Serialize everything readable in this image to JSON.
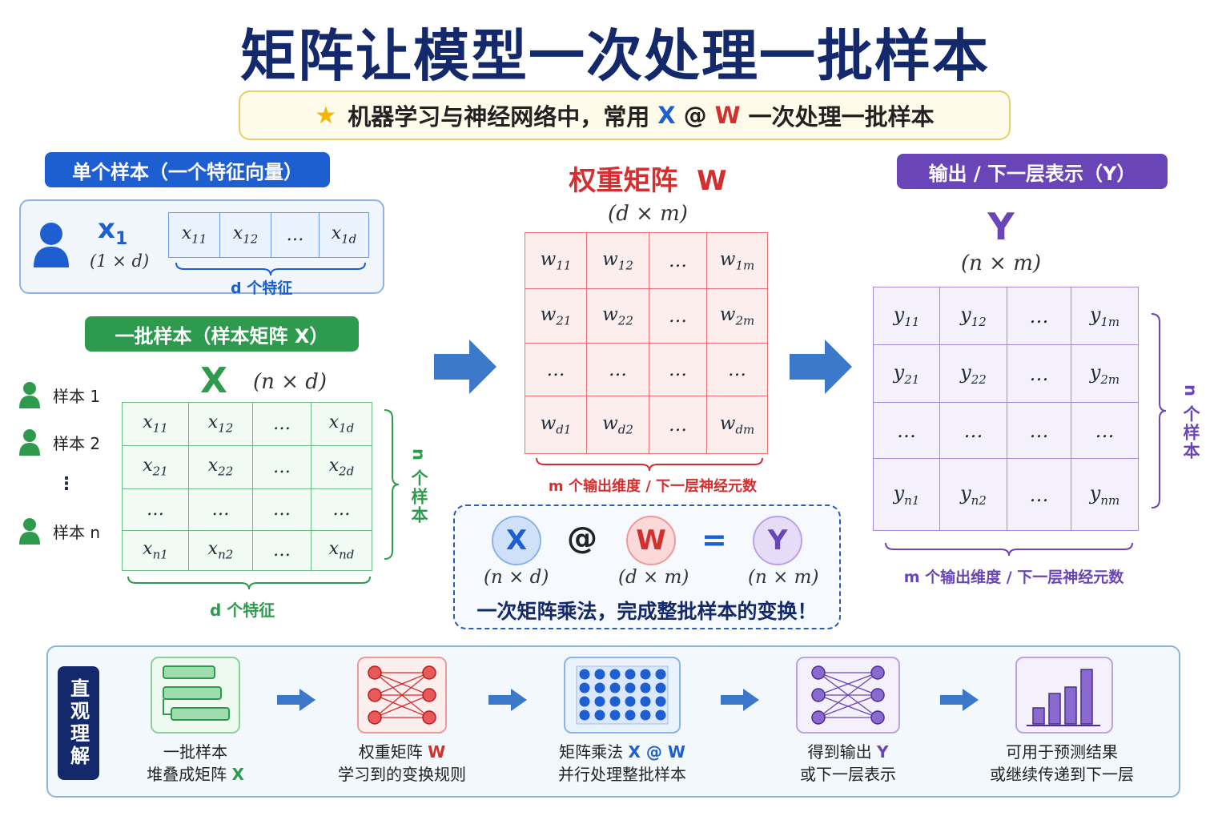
{
  "title": "矩阵让模型一次处理一批样本",
  "subtitle": {
    "pre": "机器学习与神经网络中，常用",
    "x": "X",
    "at": "@",
    "w": "W",
    "post": "一次处理一批样本"
  },
  "single": {
    "pill": "单个样本（一个特征向量）",
    "name": "x",
    "name_sub": "1",
    "dim": "(1 × d)",
    "cells": [
      [
        "x",
        "11"
      ],
      [
        "x",
        "12"
      ],
      [
        "…",
        ""
      ],
      [
        "x",
        "1d"
      ]
    ],
    "brace": "d 个特征"
  },
  "batch": {
    "pill": "一批样本（样本矩阵 X）",
    "name": "X",
    "dim": "(n × d)",
    "samples": [
      "样本 1",
      "样本 2",
      "⋮",
      "样本 n"
    ],
    "rows": [
      [
        [
          "x",
          "11"
        ],
        [
          "x",
          "12"
        ],
        [
          "…",
          ""
        ],
        [
          "x",
          "1d"
        ]
      ],
      [
        [
          "x",
          "21"
        ],
        [
          "x",
          "22"
        ],
        [
          "…",
          ""
        ],
        [
          "x",
          "2d"
        ]
      ],
      [
        [
          "…",
          ""
        ],
        [
          "…",
          ""
        ],
        [
          "…",
          ""
        ],
        [
          "…",
          ""
        ]
      ],
      [
        [
          "x",
          "n1"
        ],
        [
          "x",
          "n2"
        ],
        [
          "…",
          ""
        ],
        [
          "x",
          "nd"
        ]
      ]
    ],
    "side_label": "n 个样本",
    "bottom_label": "d 个特征"
  },
  "weight": {
    "title": "权重矩阵",
    "name": "W",
    "dim": "(d × m)",
    "rows": [
      [
        [
          "w",
          "11"
        ],
        [
          "w",
          "12"
        ],
        [
          "…",
          ""
        ],
        [
          "w",
          "1m"
        ]
      ],
      [
        [
          "w",
          "21"
        ],
        [
          "w",
          "22"
        ],
        [
          "…",
          ""
        ],
        [
          "w",
          "2m"
        ]
      ],
      [
        [
          "…",
          ""
        ],
        [
          "…",
          ""
        ],
        [
          "…",
          ""
        ],
        [
          "…",
          ""
        ]
      ],
      [
        [
          "w",
          "d1"
        ],
        [
          "w",
          "d2"
        ],
        [
          "…",
          ""
        ],
        [
          "w",
          "dm"
        ]
      ]
    ],
    "bottom_label": "m 个输出维度 / 下一层神经元数"
  },
  "output": {
    "pill": "输出 / 下一层表示（Y）",
    "name": "Y",
    "dim": "(n × m)",
    "rows": [
      [
        [
          "y",
          "11"
        ],
        [
          "y",
          "12"
        ],
        [
          "…",
          ""
        ],
        [
          "y",
          "1m"
        ]
      ],
      [
        [
          "y",
          "21"
        ],
        [
          "y",
          "22"
        ],
        [
          "…",
          ""
        ],
        [
          "y",
          "2m"
        ]
      ],
      [
        [
          "…",
          ""
        ],
        [
          "…",
          ""
        ],
        [
          "…",
          ""
        ],
        [
          "…",
          ""
        ]
      ],
      [
        [
          "y",
          "n1"
        ],
        [
          "y",
          "n2"
        ],
        [
          "…",
          ""
        ],
        [
          "y",
          "nm"
        ]
      ]
    ],
    "side_label": "n 个样本",
    "bottom_label": "m 个输出维度 / 下一层神经元数"
  },
  "equation": {
    "x": "X",
    "at": "@",
    "w": "W",
    "eq": "=",
    "y": "Y",
    "dx": "(n × d)",
    "dw": "(d × m)",
    "dy": "(n × m)",
    "caption": "一次矩阵乘法，完成整批样本的变换！"
  },
  "intuition": {
    "tag": "直观理解",
    "steps": [
      {
        "line1": "一批样本",
        "line2": "堆叠成矩阵",
        "hl1": "",
        "hl2": "X",
        "icon": "stacked-bars-icon"
      },
      {
        "line1": "权重矩阵",
        "line2": "学习到的变换规则",
        "hl1": "W",
        "hl2": "",
        "icon": "network-icon"
      },
      {
        "line1": "矩阵乘法",
        "line2": "并行处理整批样本",
        "hl1": "X @ W",
        "hl2": "",
        "icon": "dot-grid-icon"
      },
      {
        "line1": "得到输出",
        "line2": "或下一层表示",
        "hl1": "Y",
        "hl2": "",
        "icon": "network-icon"
      },
      {
        "line1": "可用于预测结果",
        "line2": "或继续传递到下一层",
        "hl1": "",
        "hl2": "",
        "icon": "bar-chart-icon"
      }
    ]
  },
  "colors": {
    "navy": "#13296b",
    "blue": "#1d5fd0",
    "green": "#2e9a4e",
    "red": "#d32f2f",
    "purple": "#6a45b8"
  }
}
